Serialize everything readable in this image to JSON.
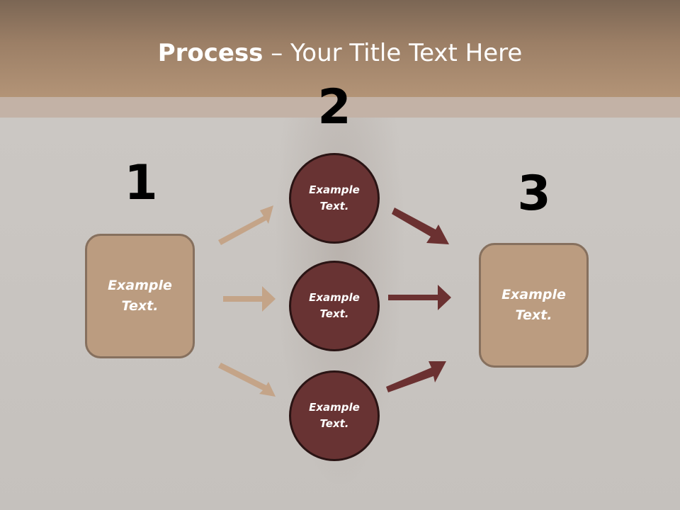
{
  "slide": {
    "title_bold": "Process",
    "title_rest": " – Your Title Text Here"
  },
  "steps": [
    {
      "number": "1",
      "box_text": "Example Text."
    },
    {
      "number": "2",
      "circles": [
        "Example Text.",
        "Example Text.",
        "Example Text."
      ]
    },
    {
      "number": "3",
      "box_text": "Example Text."
    }
  ],
  "colors": {
    "header": "#9c7f66",
    "box_fill": "#bb9c80",
    "circle_fill": "#683333",
    "light_arrow": "#c4a488",
    "dark_arrow": "#6b3131"
  }
}
